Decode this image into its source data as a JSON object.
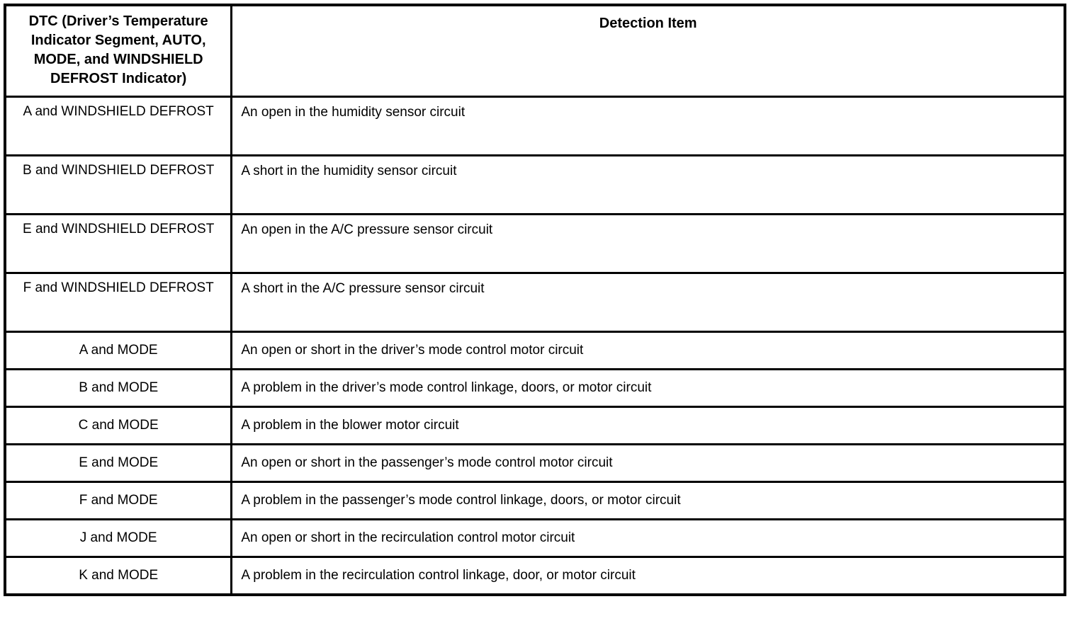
{
  "table": {
    "headers": {
      "dtc": "DTC (Driver’s Temperature Indicator Segment, AUTO, MODE, and WINDSHIELD DEFROST Indicator)",
      "detection_item": "Detection Item"
    },
    "rows": [
      {
        "dtc": "A and WINDSHIELD DEFROST",
        "detection_item": "An open in the humidity sensor circuit",
        "size": "tall"
      },
      {
        "dtc": "B and WINDSHIELD DEFROST",
        "detection_item": "A short in the humidity sensor circuit",
        "size": "tall"
      },
      {
        "dtc": "E and WINDSHIELD DEFROST",
        "detection_item": "An open in the A/C pressure sensor circuit",
        "size": "tall"
      },
      {
        "dtc": "F and WINDSHIELD DEFROST",
        "detection_item": "A short in the A/C pressure sensor circuit",
        "size": "tall"
      },
      {
        "dtc": "A and MODE",
        "detection_item": "An open or short in the driver’s mode control motor circuit",
        "size": "short"
      },
      {
        "dtc": "B and MODE",
        "detection_item": "A problem in the driver’s mode control linkage, doors, or motor circuit",
        "size": "short"
      },
      {
        "dtc": "C and MODE",
        "detection_item": "A problem in the blower motor circuit",
        "size": "short"
      },
      {
        "dtc": "E and MODE",
        "detection_item": "An open or short in the passenger’s mode control motor circuit",
        "size": "short"
      },
      {
        "dtc": "F and MODE",
        "detection_item": "A problem in the passenger’s mode control linkage, doors, or motor circuit",
        "size": "short"
      },
      {
        "dtc": "J and MODE",
        "detection_item": "An open or short in the recirculation control motor circuit",
        "size": "short"
      },
      {
        "dtc": "K and MODE",
        "detection_item": "A problem in the recirculation control linkage, door, or motor circuit",
        "size": "short"
      }
    ]
  },
  "colors": {
    "border": "#000000",
    "text": "#000000",
    "background": "#ffffff"
  }
}
